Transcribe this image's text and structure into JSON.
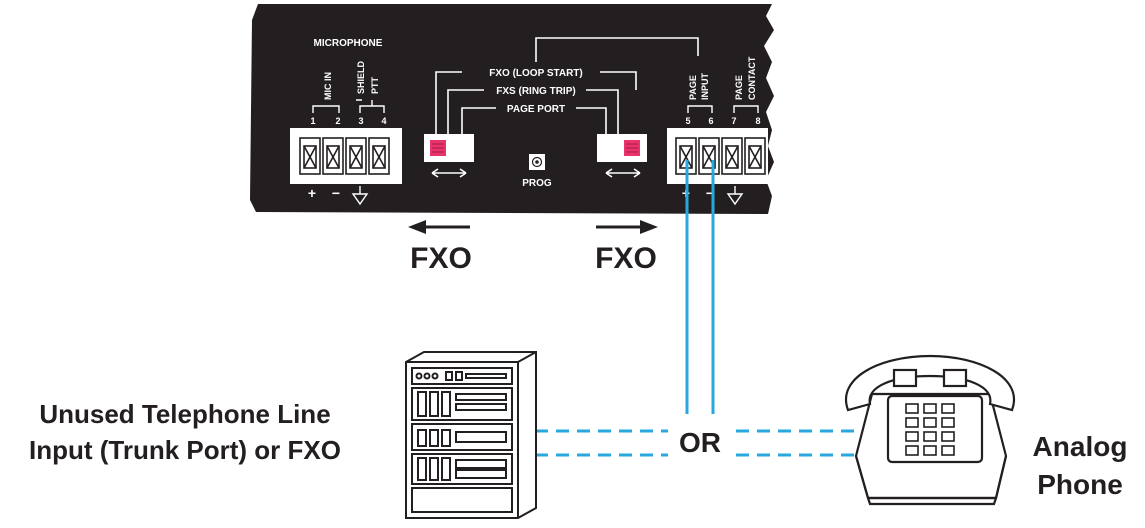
{
  "panel": {
    "microphone_title": "MICROPHONE",
    "mic_in": "MIC IN",
    "shield": "SHIELD",
    "ptt": "PTT",
    "pin1": "1",
    "pin2": "2",
    "pin3": "3",
    "pin4": "4",
    "pin5": "5",
    "pin6": "6",
    "pin7": "7",
    "pin8": "8",
    "page_input_1": "PAGE",
    "page_input_2": "INPUT",
    "page_contact_1": "PAGE",
    "page_contact_2": "CONTACT",
    "fxo_loop_start": "FXO (LOOP START)",
    "fxs_ring_trip": "FXS (RING TRIP)",
    "page_port": "PAGE PORT",
    "prog": "PROG",
    "plus_left": "+",
    "minus_left": "−",
    "plus_right": "+",
    "minus_right": "−"
  },
  "switch_labels": {
    "left": "FXO",
    "right": "FXO"
  },
  "or_label": "OR",
  "left_caption": {
    "line1": "Unused Telephone Line",
    "line2": "Input (Trunk Port) or FXO"
  },
  "right_caption": {
    "line1": "Analog",
    "line2": "Phone"
  },
  "colors": {
    "panel": "#231f20",
    "wire": "#29a8e0",
    "switch_red": "#e8336b",
    "text": "#231f20"
  }
}
